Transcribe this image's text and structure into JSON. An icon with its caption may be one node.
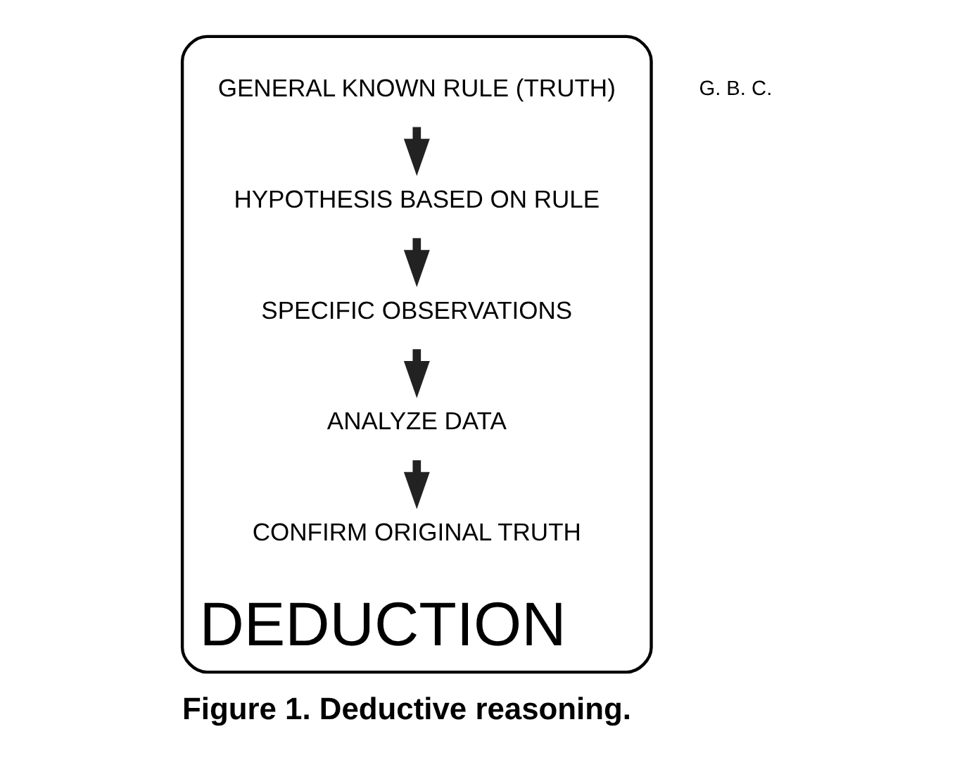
{
  "diagram": {
    "caption": "Figure 1. Deductive reasoning.",
    "nodes": [
      {
        "text": [
          "DEDUCTION"
        ]
      },
      {
        "text": [
          "GENERAL KNOWN RULE (TRUTH)"
        ],
        "in": 0
      },
      {
        "text": [
          "HYPOTHESIS BASED ON RULE"
        ],
        "in": 0
      },
      {
        "text": [
          "SPECIFIC OBSERVATIONS"
        ],
        "in": 0
      },
      {
        "text": [
          "ANALYZE DATA"
        ],
        "in": 0
      },
      {
        "text": [
          "CONFIRM ORIGINAL TRUTH"
        ],
        "in": 0
      }
    ],
    "edges": [
      {
        "from": 1,
        "to": 2,
        "arrow": "to"
      },
      {
        "from": 2,
        "to": 3,
        "arrow": "to"
      },
      {
        "from": 3,
        "to": 4,
        "arrow": "to"
      },
      {
        "from": 4,
        "to": 5,
        "arrow": "to"
      }
    ],
    "labels": [
      "G. B. C."
    ]
  }
}
